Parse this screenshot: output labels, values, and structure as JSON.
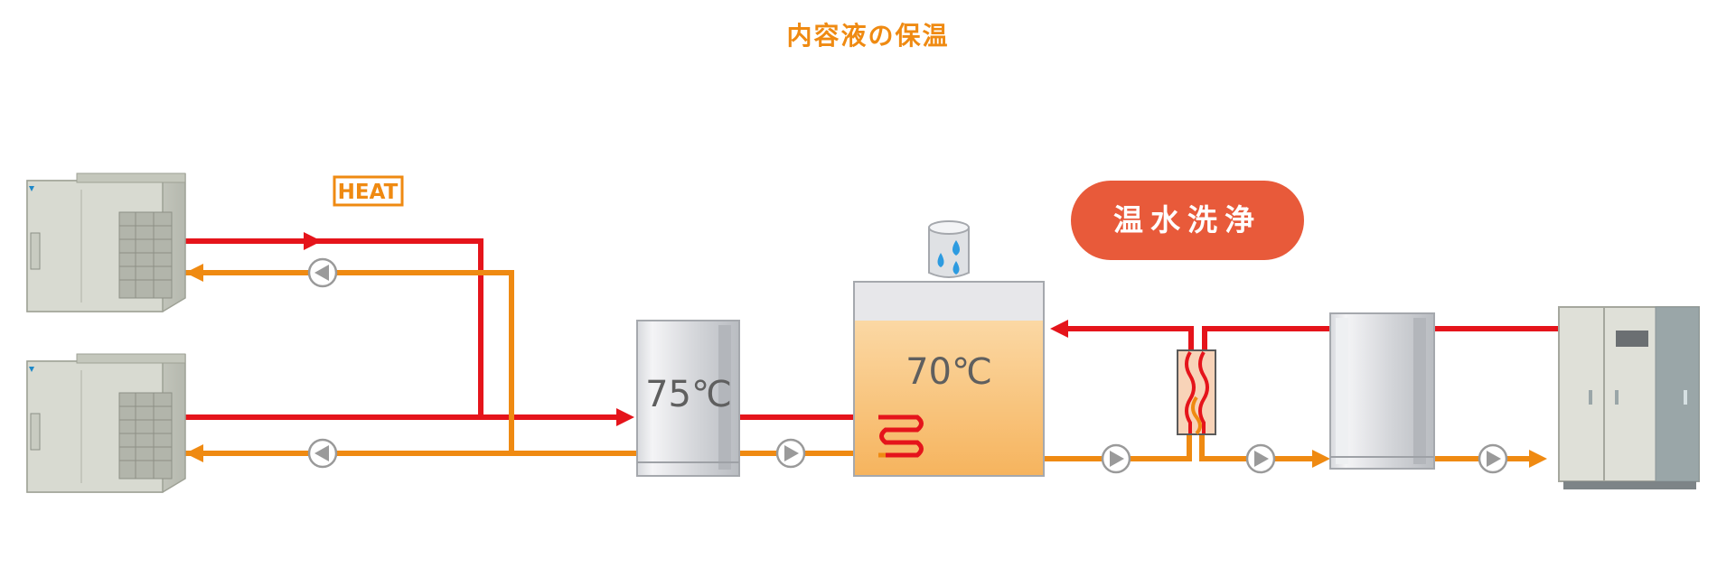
{
  "title": "内容液の保温",
  "heat_label": "HEAT",
  "badge_label": "温水洗浄",
  "buffer_tank_temp": "75℃",
  "main_tank_temp": "70℃",
  "colors": {
    "hot_pipe": "#e5141b",
    "warm_pipe": "#ef8a12",
    "title": "#ef8a12",
    "badge": "#e85a3a",
    "tank_liquid": "#f8c27c"
  }
}
